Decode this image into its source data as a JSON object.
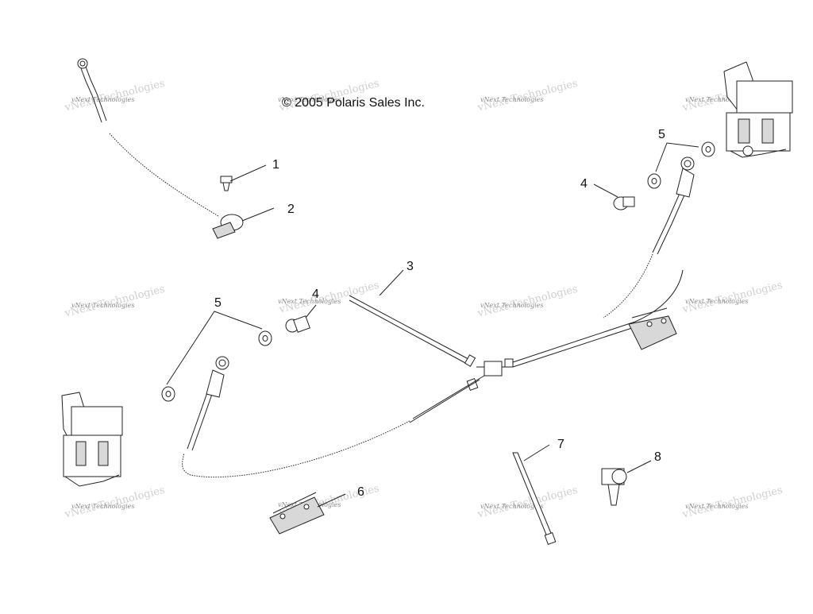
{
  "copyright": "© 2005 Polaris Sales Inc.",
  "watermark": "vNext Technologies",
  "callouts": [
    "1",
    "2",
    "3",
    "4",
    "4",
    "5",
    "5",
    "6",
    "7",
    "8"
  ]
}
